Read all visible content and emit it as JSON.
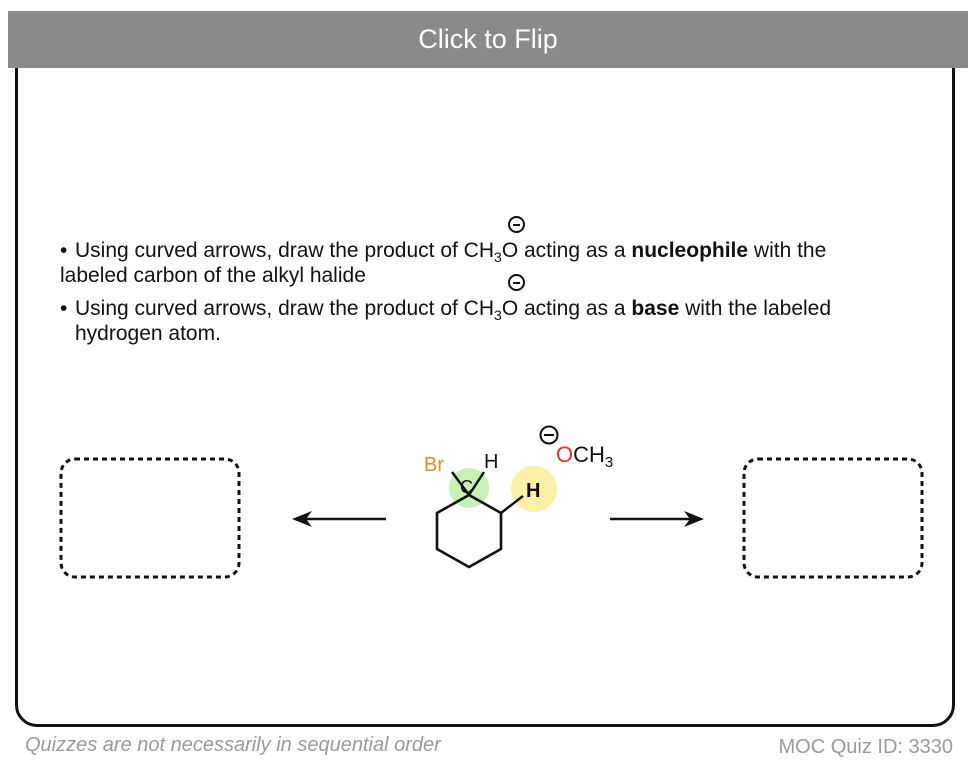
{
  "header": {
    "flip_label": "Click to Flip"
  },
  "question": {
    "bullet_symbol": "•",
    "q1_before": "Using curved arrows, draw the product of CH",
    "q1_sub": "3",
    "q1_o": "O",
    "q1_mid": " acting as a ",
    "q1_bold": "nucleophile",
    "q1_after": " with the",
    "q1_line2": "labeled carbon of the alkyl halide",
    "q2_before": "Using curved arrows, draw the product of CH",
    "q2_sub": "3",
    "q2_o": "O",
    "q2_mid": " acting as a ",
    "q2_bold": "base",
    "q2_after": " with the labeled",
    "q2_line2": "hydrogen atom."
  },
  "molecule": {
    "br_label": "Br",
    "h_top_label": "H",
    "c_label": "C",
    "h_highlight_label": "H",
    "och3_o": "O",
    "och3_ch": "CH",
    "och3_sub": "3"
  },
  "colors": {
    "bromine": "#e8891c",
    "oxygen": "#e0302a",
    "carbon_highlight": "#c9f0b4",
    "hydrogen_highlight": "#fbf0a6",
    "header_bg": "#8a8a8a",
    "footer_text": "#9a9a9a"
  },
  "footer": {
    "note": "Quizzes are not necessarily in sequential order",
    "quiz_id": "MOC Quiz ID: 3330"
  }
}
